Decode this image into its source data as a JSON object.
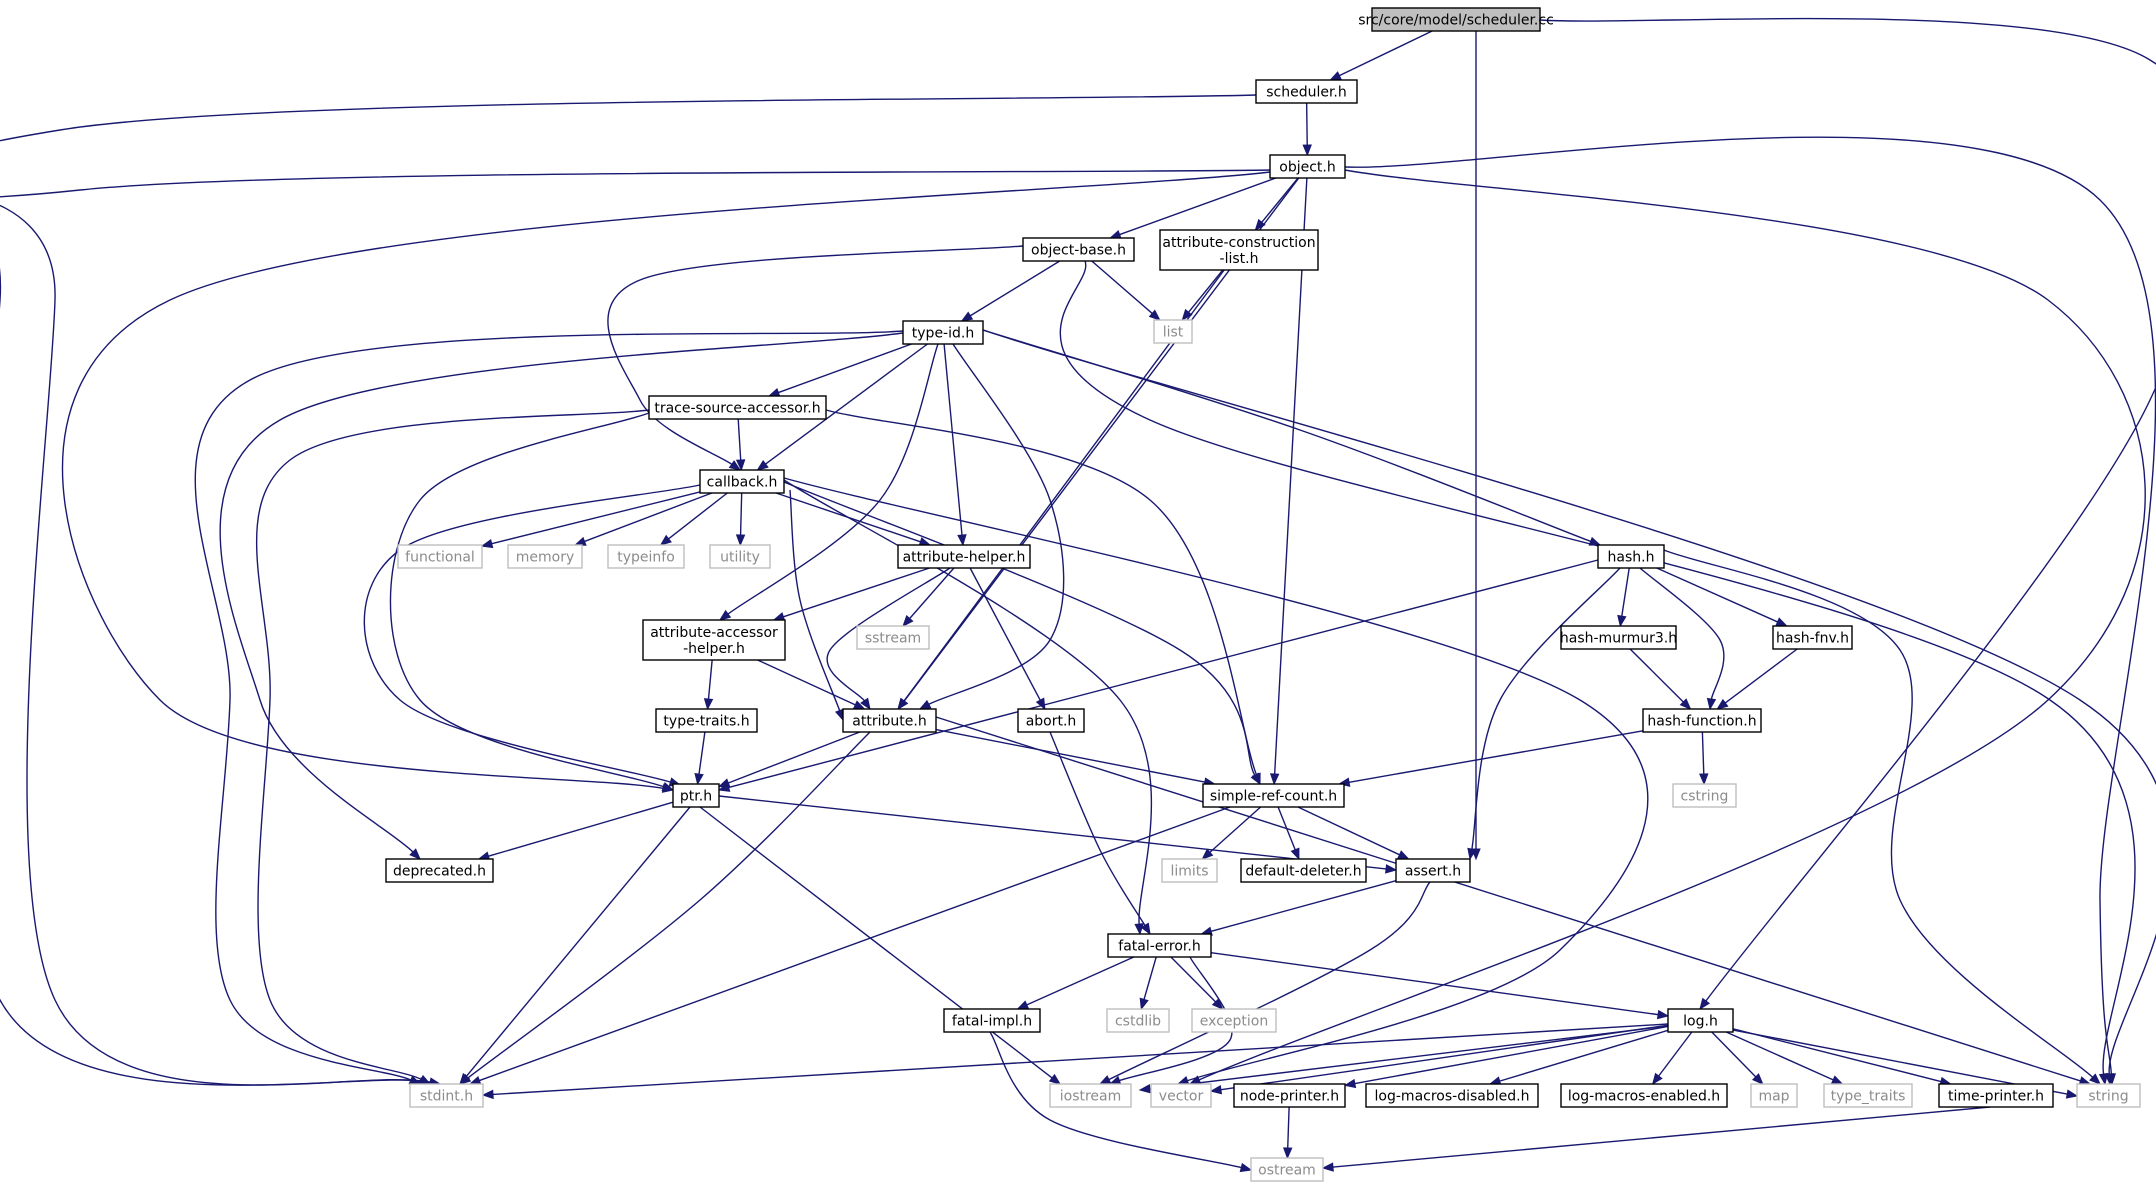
{
  "diagram": {
    "type": "include-dependency-graph",
    "root": "src/core/model/scheduler.cc",
    "nodes": [
      {
        "id": "scheduler_cc",
        "label": "src/core/model/scheduler.cc",
        "kind": "root"
      },
      {
        "id": "scheduler_h",
        "label": "scheduler.h",
        "kind": "file"
      },
      {
        "id": "object_h",
        "label": "object.h",
        "kind": "file"
      },
      {
        "id": "object_base_h",
        "label": "object-base.h",
        "kind": "file"
      },
      {
        "id": "attr_cons_list_h",
        "label": [
          "attribute-construction",
          "-list.h"
        ],
        "kind": "file"
      },
      {
        "id": "list",
        "label": "list",
        "kind": "system"
      },
      {
        "id": "type_id_h",
        "label": "type-id.h",
        "kind": "file"
      },
      {
        "id": "trace_src_h",
        "label": "trace-source-accessor.h",
        "kind": "file"
      },
      {
        "id": "callback_h",
        "label": "callback.h",
        "kind": "file"
      },
      {
        "id": "functional",
        "label": "functional",
        "kind": "system"
      },
      {
        "id": "memory",
        "label": "memory",
        "kind": "system"
      },
      {
        "id": "typeinfo",
        "label": "typeinfo",
        "kind": "system"
      },
      {
        "id": "utility",
        "label": "utility",
        "kind": "system"
      },
      {
        "id": "attr_helper_h",
        "label": "attribute-helper.h",
        "kind": "file"
      },
      {
        "id": "sstream",
        "label": "sstream",
        "kind": "system"
      },
      {
        "id": "attr_acc_helper_h",
        "label": [
          "attribute-accessor",
          "-helper.h"
        ],
        "kind": "file"
      },
      {
        "id": "abort_h",
        "label": "abort.h",
        "kind": "file"
      },
      {
        "id": "type_traits_h",
        "label": "type-traits.h",
        "kind": "file"
      },
      {
        "id": "attribute_h",
        "label": "attribute.h",
        "kind": "file"
      },
      {
        "id": "hash_h",
        "label": "hash.h",
        "kind": "file"
      },
      {
        "id": "hash_murmur3_h",
        "label": "hash-murmur3.h",
        "kind": "file"
      },
      {
        "id": "hash_fnv_h",
        "label": "hash-fnv.h",
        "kind": "file"
      },
      {
        "id": "hash_function_h",
        "label": "hash-function.h",
        "kind": "file"
      },
      {
        "id": "cstring",
        "label": "cstring",
        "kind": "system"
      },
      {
        "id": "ptr_h",
        "label": "ptr.h",
        "kind": "file"
      },
      {
        "id": "simple_ref_count_h",
        "label": "simple-ref-count.h",
        "kind": "file"
      },
      {
        "id": "deprecated_h",
        "label": "deprecated.h",
        "kind": "file"
      },
      {
        "id": "limits",
        "label": "limits",
        "kind": "system"
      },
      {
        "id": "default_deleter_h",
        "label": "default-deleter.h",
        "kind": "file"
      },
      {
        "id": "assert_h",
        "label": "assert.h",
        "kind": "file"
      },
      {
        "id": "fatal_error_h",
        "label": "fatal-error.h",
        "kind": "file"
      },
      {
        "id": "fatal_impl_h",
        "label": "fatal-impl.h",
        "kind": "file"
      },
      {
        "id": "cstdlib",
        "label": "cstdlib",
        "kind": "system"
      },
      {
        "id": "exception",
        "label": "exception",
        "kind": "system"
      },
      {
        "id": "log_h",
        "label": "log.h",
        "kind": "file"
      },
      {
        "id": "stdint_h",
        "label": "stdint.h",
        "kind": "system"
      },
      {
        "id": "iostream",
        "label": "iostream",
        "kind": "system"
      },
      {
        "id": "vector",
        "label": "vector",
        "kind": "system"
      },
      {
        "id": "node_printer_h",
        "label": "node-printer.h",
        "kind": "file"
      },
      {
        "id": "log_macros_dis_h",
        "label": "log-macros-disabled.h",
        "kind": "file"
      },
      {
        "id": "log_macros_en_h",
        "label": "log-macros-enabled.h",
        "kind": "file"
      },
      {
        "id": "map",
        "label": "map",
        "kind": "system"
      },
      {
        "id": "type_traits",
        "label": "type_traits",
        "kind": "system"
      },
      {
        "id": "time_printer_h",
        "label": "time-printer.h",
        "kind": "file"
      },
      {
        "id": "string",
        "label": "string",
        "kind": "system"
      },
      {
        "id": "ostream",
        "label": "ostream",
        "kind": "system"
      }
    ],
    "edges": [
      [
        "scheduler_cc",
        "scheduler_h"
      ],
      [
        "scheduler_cc",
        "assert_h"
      ],
      [
        "scheduler_cc",
        "log_h"
      ],
      [
        "scheduler_h",
        "object_h"
      ],
      [
        "scheduler_h",
        "stdint_h"
      ],
      [
        "object_h",
        "object_base_h"
      ],
      [
        "object_h",
        "attr_cons_list_h"
      ],
      [
        "object_h",
        "attribute_h"
      ],
      [
        "object_h",
        "simple_ref_count_h"
      ],
      [
        "object_h",
        "ptr_h"
      ],
      [
        "object_h",
        "stdint_h"
      ],
      [
        "object_h",
        "vector"
      ],
      [
        "object_h",
        "string"
      ],
      [
        "object_base_h",
        "type_id_h"
      ],
      [
        "object_base_h",
        "list"
      ],
      [
        "object_base_h",
        "callback_h"
      ],
      [
        "object_base_h",
        "string"
      ],
      [
        "attr_cons_list_h",
        "list"
      ],
      [
        "attr_cons_list_h",
        "attribute_h"
      ],
      [
        "type_id_h",
        "trace_src_h"
      ],
      [
        "type_id_h",
        "callback_h"
      ],
      [
        "type_id_h",
        "attr_helper_h"
      ],
      [
        "type_id_h",
        "attr_acc_helper_h"
      ],
      [
        "type_id_h",
        "attribute_h"
      ],
      [
        "type_id_h",
        "hash_h"
      ],
      [
        "type_id_h",
        "stdint_h"
      ],
      [
        "type_id_h",
        "deprecated_h"
      ],
      [
        "type_id_h",
        "string"
      ],
      [
        "trace_src_h",
        "callback_h"
      ],
      [
        "trace_src_h",
        "ptr_h"
      ],
      [
        "trace_src_h",
        "simple_ref_count_h"
      ],
      [
        "trace_src_h",
        "stdint_h"
      ],
      [
        "callback_h",
        "functional"
      ],
      [
        "callback_h",
        "memory"
      ],
      [
        "callback_h",
        "typeinfo"
      ],
      [
        "callback_h",
        "utility"
      ],
      [
        "callback_h",
        "attr_helper_h"
      ],
      [
        "callback_h",
        "attribute_h"
      ],
      [
        "callback_h",
        "ptr_h"
      ],
      [
        "callback_h",
        "simple_ref_count_h"
      ],
      [
        "callback_h",
        "fatal_error_h"
      ],
      [
        "callback_h",
        "vector"
      ],
      [
        "attr_helper_h",
        "attr_acc_helper_h"
      ],
      [
        "attr_helper_h",
        "sstream"
      ],
      [
        "attr_helper_h",
        "abort_h"
      ],
      [
        "attr_helper_h",
        "attribute_h"
      ],
      [
        "attr_acc_helper_h",
        "type_traits_h"
      ],
      [
        "attr_acc_helper_h",
        "attribute_h"
      ],
      [
        "type_traits_h",
        "ptr_h"
      ],
      [
        "abort_h",
        "fatal_error_h"
      ],
      [
        "attribute_h",
        "ptr_h"
      ],
      [
        "attribute_h",
        "simple_ref_count_h"
      ],
      [
        "attribute_h",
        "stdint_h"
      ],
      [
        "attribute_h",
        "string"
      ],
      [
        "hash_h",
        "hash_murmur3_h"
      ],
      [
        "hash_h",
        "hash_fnv_h"
      ],
      [
        "hash_h",
        "hash_function_h"
      ],
      [
        "hash_h",
        "assert_h"
      ],
      [
        "hash_h",
        "ptr_h"
      ],
      [
        "hash_h",
        "string"
      ],
      [
        "hash_murmur3_h",
        "hash_function_h"
      ],
      [
        "hash_fnv_h",
        "hash_function_h"
      ],
      [
        "hash_function_h",
        "cstring"
      ],
      [
        "hash_function_h",
        "simple_ref_count_h"
      ],
      [
        "ptr_h",
        "deprecated_h"
      ],
      [
        "ptr_h",
        "assert_h"
      ],
      [
        "ptr_h",
        "stdint_h"
      ],
      [
        "ptr_h",
        "iostream"
      ],
      [
        "simple_ref_count_h",
        "limits"
      ],
      [
        "simple_ref_count_h",
        "default_deleter_h"
      ],
      [
        "simple_ref_count_h",
        "assert_h"
      ],
      [
        "simple_ref_count_h",
        "stdint_h"
      ],
      [
        "assert_h",
        "fatal_error_h"
      ],
      [
        "assert_h",
        "iostream"
      ],
      [
        "fatal_error_h",
        "fatal_impl_h"
      ],
      [
        "fatal_error_h",
        "cstdlib"
      ],
      [
        "fatal_error_h",
        "exception"
      ],
      [
        "fatal_error_h",
        "iostream"
      ],
      [
        "fatal_error_h",
        "log_h"
      ],
      [
        "fatal_impl_h",
        "ostream"
      ],
      [
        "log_h",
        "stdint_h"
      ],
      [
        "log_h",
        "iostream"
      ],
      [
        "log_h",
        "vector"
      ],
      [
        "log_h",
        "node_printer_h"
      ],
      [
        "log_h",
        "log_macros_dis_h"
      ],
      [
        "log_h",
        "log_macros_en_h"
      ],
      [
        "log_h",
        "map"
      ],
      [
        "log_h",
        "type_traits"
      ],
      [
        "log_h",
        "time_printer_h"
      ],
      [
        "log_h",
        "string"
      ],
      [
        "node_printer_h",
        "ostream"
      ],
      [
        "time_printer_h",
        "ostream"
      ]
    ],
    "colors": {
      "edge": "#191970",
      "file_border": "#000000",
      "system_border": "#bfbfbf",
      "system_text": "#8c8c8c",
      "root_fill": "#bfbfbf",
      "node_fill": "#ffffff"
    }
  }
}
